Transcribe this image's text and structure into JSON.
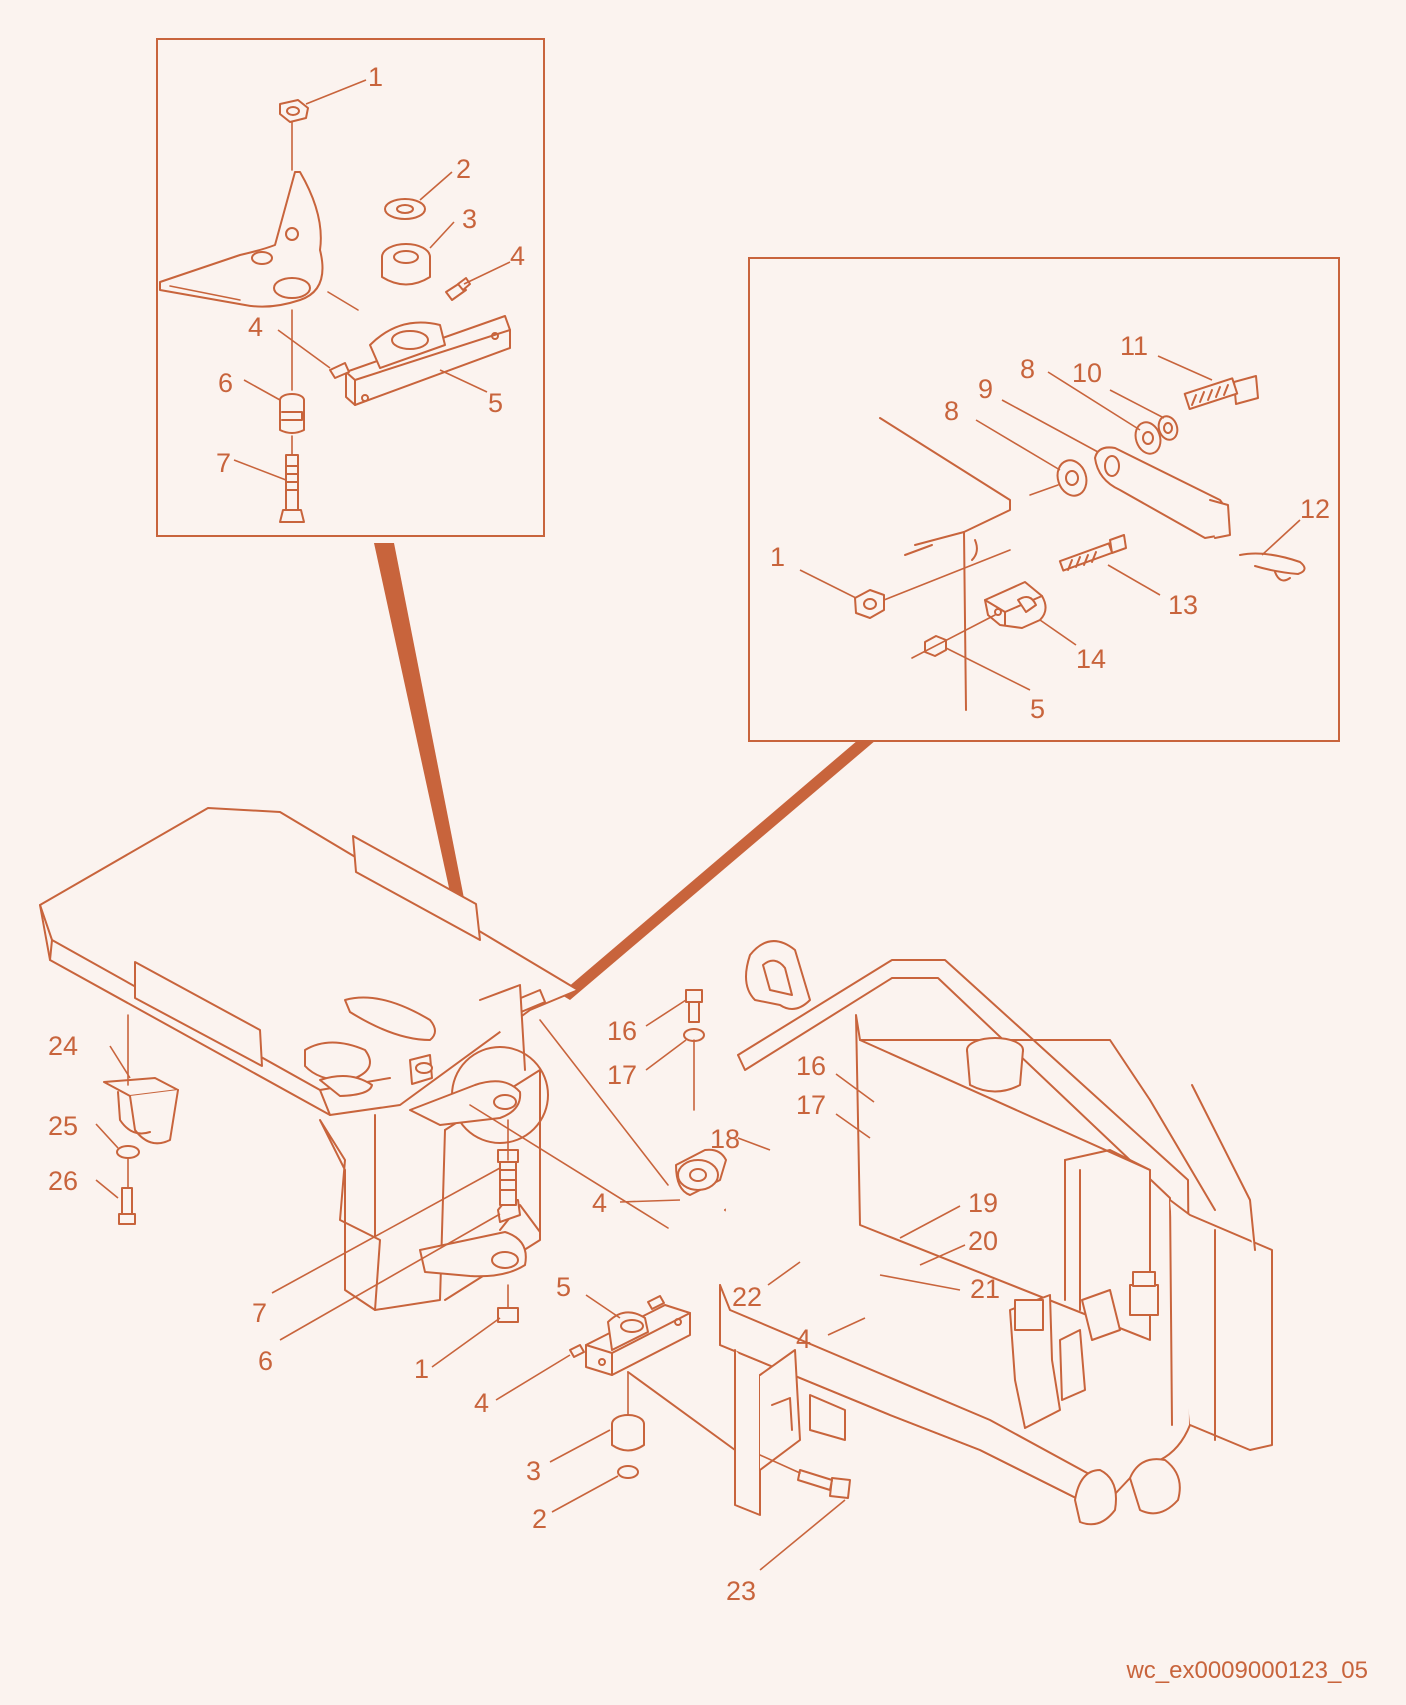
{
  "drawing_code": "wc_ex0009000123_05",
  "colors": {
    "line": "#c8643c",
    "background": "#fbf3ef"
  },
  "labels": {
    "top_inset": [
      {
        "id": "ti-1",
        "text": "1"
      },
      {
        "id": "ti-2",
        "text": "2"
      },
      {
        "id": "ti-3",
        "text": "3"
      },
      {
        "id": "ti-4a",
        "text": "4"
      },
      {
        "id": "ti-4b",
        "text": "4"
      },
      {
        "id": "ti-5",
        "text": "5"
      },
      {
        "id": "ti-6",
        "text": "6"
      },
      {
        "id": "ti-7",
        "text": "7"
      }
    ],
    "right_inset": [
      {
        "id": "ri-11",
        "text": "11"
      },
      {
        "id": "ri-8a",
        "text": "8"
      },
      {
        "id": "ri-10",
        "text": "10"
      },
      {
        "id": "ri-9",
        "text": "9"
      },
      {
        "id": "ri-8b",
        "text": "8"
      },
      {
        "id": "ri-12",
        "text": "12"
      },
      {
        "id": "ri-1",
        "text": "1"
      },
      {
        "id": "ri-13",
        "text": "13"
      },
      {
        "id": "ri-14",
        "text": "14"
      },
      {
        "id": "ri-5",
        "text": "5"
      }
    ],
    "main": [
      {
        "id": "m-24",
        "text": "24"
      },
      {
        "id": "m-25",
        "text": "25"
      },
      {
        "id": "m-26",
        "text": "26"
      },
      {
        "id": "m-16a",
        "text": "16"
      },
      {
        "id": "m-17a",
        "text": "17"
      },
      {
        "id": "m-16b",
        "text": "16"
      },
      {
        "id": "m-17b",
        "text": "17"
      },
      {
        "id": "m-18",
        "text": "18"
      },
      {
        "id": "m-4a",
        "text": "4"
      },
      {
        "id": "m-19",
        "text": "19"
      },
      {
        "id": "m-20",
        "text": "20"
      },
      {
        "id": "m-21",
        "text": "21"
      },
      {
        "id": "m-22",
        "text": "22"
      },
      {
        "id": "m-4b",
        "text": "4"
      },
      {
        "id": "m-7",
        "text": "7"
      },
      {
        "id": "m-6",
        "text": "6"
      },
      {
        "id": "m-1",
        "text": "1"
      },
      {
        "id": "m-5",
        "text": "5"
      },
      {
        "id": "m-4c",
        "text": "4"
      },
      {
        "id": "m-3",
        "text": "3"
      },
      {
        "id": "m-2",
        "text": "2"
      },
      {
        "id": "m-23",
        "text": "23"
      }
    ]
  }
}
